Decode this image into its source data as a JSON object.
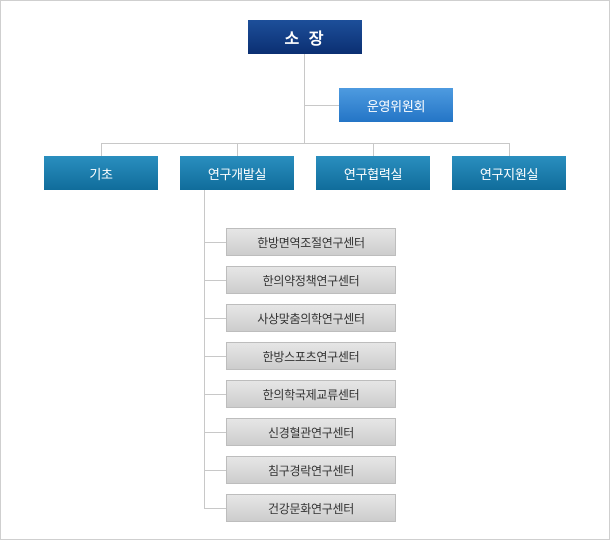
{
  "chart": {
    "director": "소 장",
    "committee": "운영위원회",
    "departments": [
      "기초",
      "연구개발실",
      "연구협력실",
      "연구지원실"
    ],
    "centers": [
      "한방면역조절연구센터",
      "한의약정책연구센터",
      "사상맞춤의학연구센터",
      "한방스포츠연구센터",
      "한의학국제교류센터",
      "신경혈관연구센터",
      "침구경락연구센터",
      "건강문화연구센터"
    ]
  },
  "colors": {
    "director": "#0b2f72",
    "committee": "#2475c6",
    "department": "#106d9b",
    "center": "#d6d6d6",
    "connector": "#c8c8c8"
  }
}
